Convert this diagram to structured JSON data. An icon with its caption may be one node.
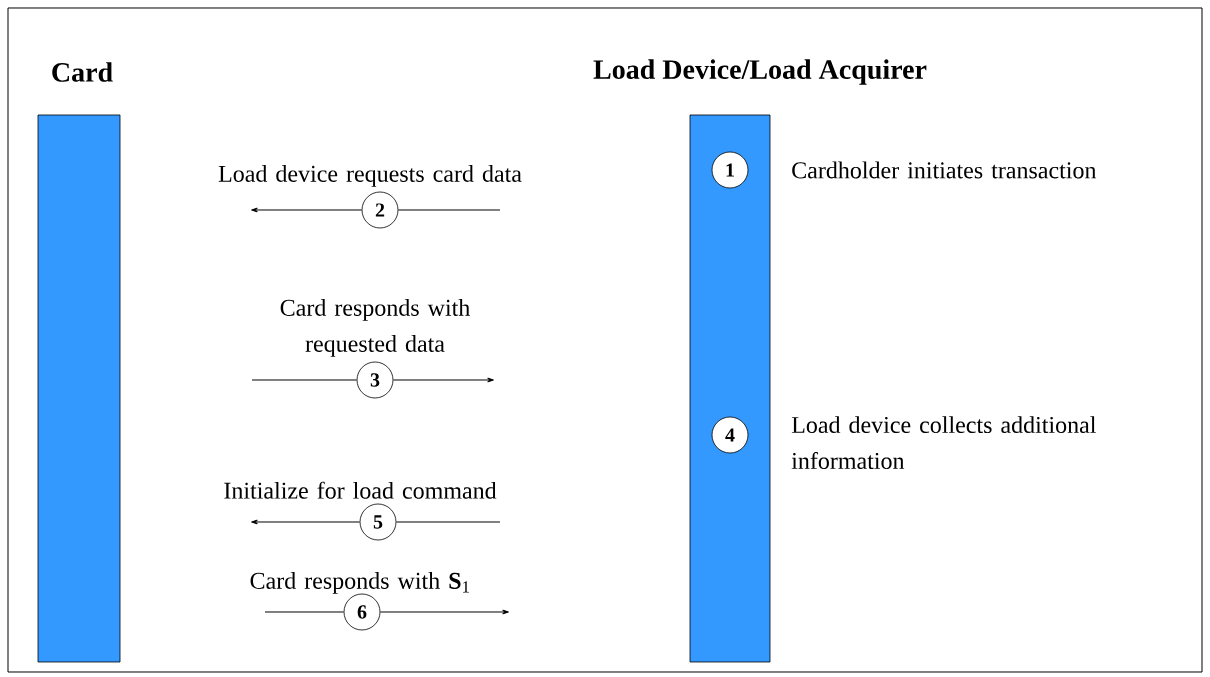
{
  "diagram": {
    "nodes": [
      {
        "text": [
          "Card"
        ]
      },
      {
        "text": [
          "Load Device/Load Acquirer"
        ]
      },
      {
        "text": [
          "1"
        ],
        "in": 1,
        "beside": [
          "Cardholder initiates transaction"
        ]
      },
      {
        "text": [
          "2"
        ],
        "beside": [
          "Load device requests card data"
        ]
      },
      {
        "text": [
          "3"
        ],
        "beside": [
          "Card responds with requested data"
        ]
      },
      {
        "text": [
          "4"
        ],
        "in": 1,
        "beside": [
          "Load device collects additional information"
        ]
      },
      {
        "text": [
          "5"
        ],
        "beside": [
          "Initialize for load command"
        ]
      },
      {
        "text": [
          "6"
        ],
        "beside": [
          "Card responds with **S**$_{1}$"
        ]
      }
    ],
    "edges": [
      {
        "from": null,
        "to": 3,
        "arrow": "none"
      },
      {
        "from": 3,
        "to": null,
        "arrow": "to"
      },
      {
        "from": null,
        "to": 4,
        "arrow": "none"
      },
      {
        "from": 4,
        "to": null,
        "arrow": "to"
      },
      {
        "from": null,
        "to": 6,
        "arrow": "none"
      },
      {
        "from": 6,
        "to": null,
        "arrow": "to"
      },
      {
        "from": null,
        "to": 7,
        "arrow": "none"
      },
      {
        "from": 7,
        "to": null,
        "arrow": "to"
      }
    ]
  }
}
